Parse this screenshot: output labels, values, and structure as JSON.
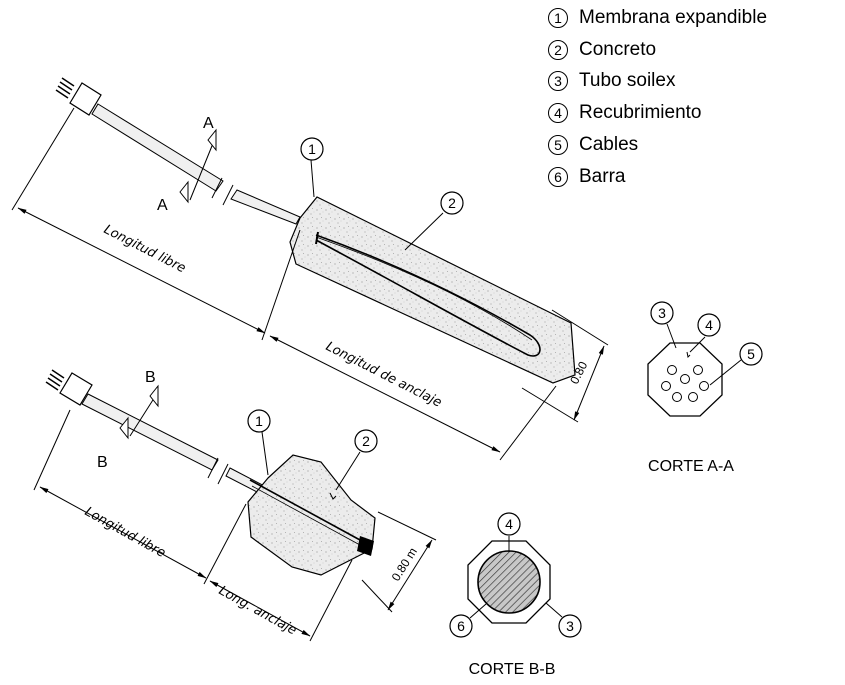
{
  "legend": [
    {
      "num": "1",
      "label": "Membrana expandible"
    },
    {
      "num": "2",
      "label": "Concreto"
    },
    {
      "num": "3",
      "label": "Tubo soilex"
    },
    {
      "num": "4",
      "label": "Recubrimiento"
    },
    {
      "num": "5",
      "label": "Cables"
    },
    {
      "num": "6",
      "label": "Barra"
    }
  ],
  "top_anchor": {
    "section_mark": "A",
    "free_length_label": "Longitud libre",
    "anchor_length_label": "Longitud de anclaje",
    "diameter_label": "0.80",
    "callout_membrane": "1",
    "callout_concrete": "2"
  },
  "bottom_anchor": {
    "section_mark": "B",
    "free_length_label": "Longitud libre",
    "anchor_length_label": "Long. anclaje",
    "diameter_label": "0.80 m",
    "callout_membrane": "1",
    "callout_concrete": "2"
  },
  "section_a": {
    "title": "CORTE A-A",
    "callout_tube": "3",
    "callout_cover": "4",
    "callout_cables": "5"
  },
  "section_b": {
    "title": "CORTE B-B",
    "callout_cover": "4",
    "callout_bar": "6",
    "callout_tube": "3"
  }
}
